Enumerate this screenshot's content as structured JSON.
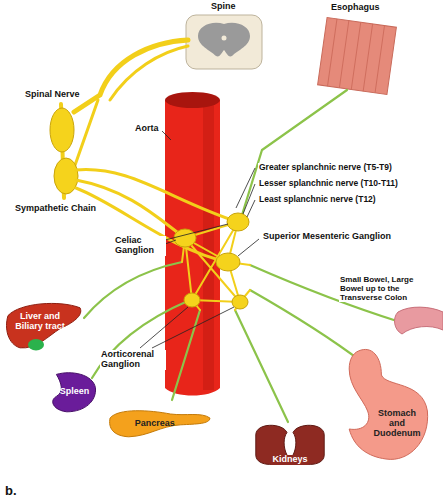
{
  "diagram": {
    "nodes": [
      {
        "text": [
          "Liver and Biliary tract"
        ]
      },
      {
        "text": [
          "Spleen"
        ]
      },
      {
        "text": [
          "Pancreas"
        ]
      },
      {
        "text": [
          "Kidneys"
        ]
      },
      {
        "text": [
          "Stomach and Duodenum"
        ]
      }
    ],
    "labels": [
      "Spine",
      "Esophagus",
      "Spinal Nerve",
      "Aorta",
      "Greater splanchnic nerve (T5-T9)",
      "Lesser splanchnic nerve (T10-T11)",
      "Least splanchnic nerve (T12)",
      "Sympathetic Chain",
      "Celiac Ganglion",
      "Superior Mesenteric Ganglion",
      "Small Bowel, Large Bowel up to the Transverse Colon",
      "Aorticorenal Ganglion",
      "b."
    ]
  }
}
